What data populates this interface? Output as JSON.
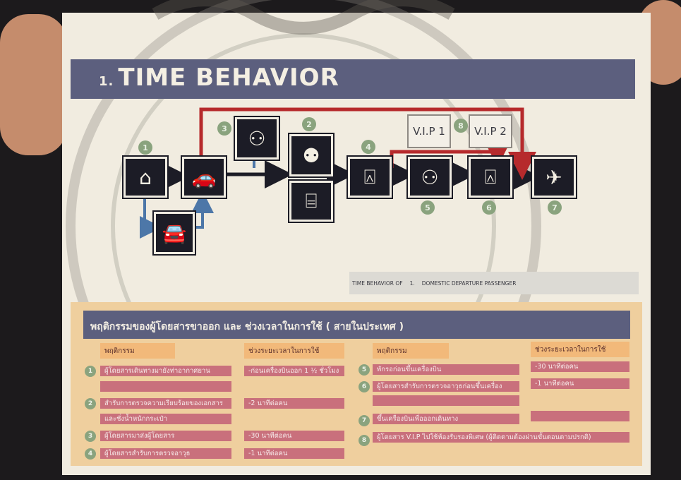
{
  "title": "TIME BEHAVIOR",
  "title_prefix": "1.",
  "icons": {
    "start": "house-icon",
    "car_park": "car-park-icon",
    "car": "car-key-icon",
    "checkin": "checkin-counter-icon",
    "customs": "customs-icon",
    "baggage": "baggage-check-icon",
    "security": "security-gate-icon",
    "waiting": "waiting-lounge-icon",
    "boarding_gate": "boarding-gate-icon",
    "departure": "airplane-departure-icon"
  },
  "vip": {
    "box1": "V.I.P 1",
    "box2": "V.I.P 2"
  },
  "steps": [
    "1",
    "2",
    "3",
    "4",
    "5",
    "6",
    "7",
    "8"
  ],
  "caption": {
    "left": "TIME BEHAVIOR OF",
    "number": "1.",
    "right": "DOMESTIC DEPARTURE PASSENGER"
  },
  "table": {
    "title": "พฤติกรรมของผู้โดยสารขาออก และ ช่วงเวลาในการใช้ ( สายในประเทศ )",
    "headers": {
      "behavior_left": "พฤติกรรม",
      "time_left": "ช่วงระยะเวลาในการใช้",
      "behavior_right": "พฤติกรรม",
      "time_right": "ช่วงระยะเวลาในการใช้"
    },
    "left_rows": [
      {
        "num": "1",
        "behavior": "ผู้โดยสารเดินทางมายังท่าอากาศยาน",
        "time": "-ก่อนเครื่องบินออก 1 ½ ชั่วโมง"
      },
      {
        "num": "2",
        "behavior": "สำรับการตรวจความเรียบร้อยของเอกสาร",
        "behavior_cont": "และชั่งน้ำหนักกระเป๋า",
        "time": "-2 นาทีต่อคน"
      },
      {
        "num": "3",
        "behavior": "ผู้โดยสารมาส่งผู้โดยสาร",
        "time": "-30 นาทีต่อคน"
      },
      {
        "num": "4",
        "behavior": "ผู้โดยสารสำรับการตรวจอาวุธ",
        "time": "-1 นาทีต่อคน"
      }
    ],
    "right_rows": [
      {
        "num": "5",
        "behavior": "พักรอก่อนขึ้นเครื่องบิน",
        "time": "-30 นาทีต่อคน"
      },
      {
        "num": "6",
        "behavior": "ผู้โดยสารสำรับการตรวจอาวุธก่อนขึ้นเครื่อง",
        "time": "-1 นาทีต่อคน"
      },
      {
        "num": "7",
        "behavior": "ขึ้นเครื่องบินเพื่อออกเดินทาง",
        "time": ""
      },
      {
        "num": "8",
        "behavior": "ผู้โดยสาร V.I.P ไปใช้ห้องรับรองพิเศษ (ผู้ติดตามต้องผ่านขั้นตอนตามปรกติ)",
        "time": ""
      }
    ]
  },
  "colors": {
    "title_bar": "#5c5f7e",
    "flow_arrow": "#1c1c26",
    "vip_arrow": "#b62a2c",
    "alt_arrow": "#4d77a8",
    "row_fill": "#c9707c",
    "header_fill": "#f2b97a",
    "step_dot": "#8aa37e"
  }
}
